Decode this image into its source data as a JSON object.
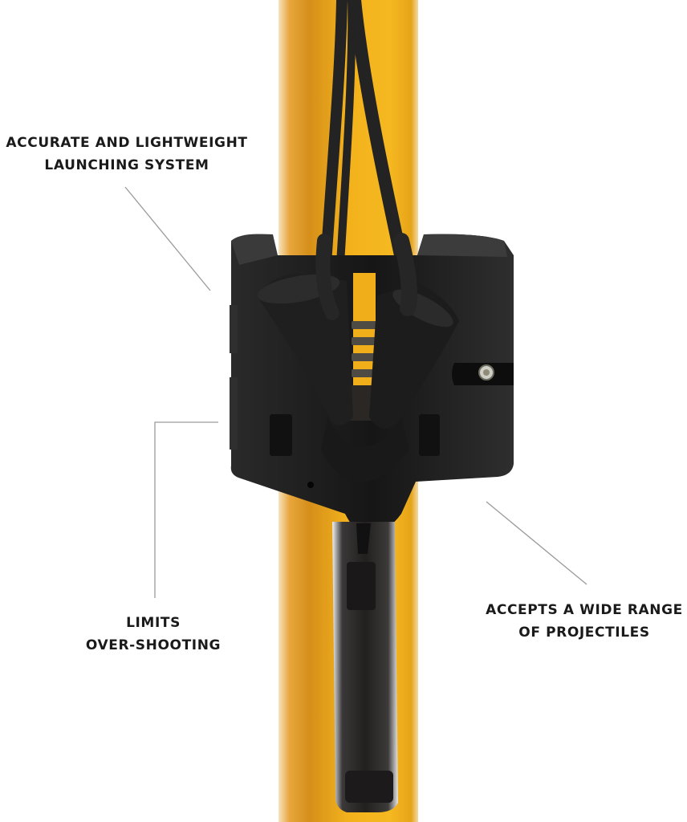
{
  "image": {
    "subject": "yellow pole with black launcher clamp, black cord loops and chrome clip",
    "colors": {
      "background": "#ffffff",
      "pole": "#f2b21e",
      "pole_shadow": "#d48e14",
      "pole_highlight": "#f8d690",
      "clamp": "#1c1c1c",
      "cord": "#232323",
      "chrome": "#2c2a2a",
      "leader_line": "#9a9a9a",
      "text": "#1a1a1a"
    }
  },
  "callouts": [
    {
      "id": "accurate",
      "lines": [
        "ACCURATE AND LIGHTWEIGHT",
        "LAUNCHING SYSTEM"
      ]
    },
    {
      "id": "overshoot",
      "lines": [
        "LIMITS",
        "OVER-SHOOTING"
      ]
    },
    {
      "id": "projectiles",
      "lines": [
        "ACCEPTS A WIDE RANGE",
        "OF PROJECTILES"
      ]
    }
  ]
}
